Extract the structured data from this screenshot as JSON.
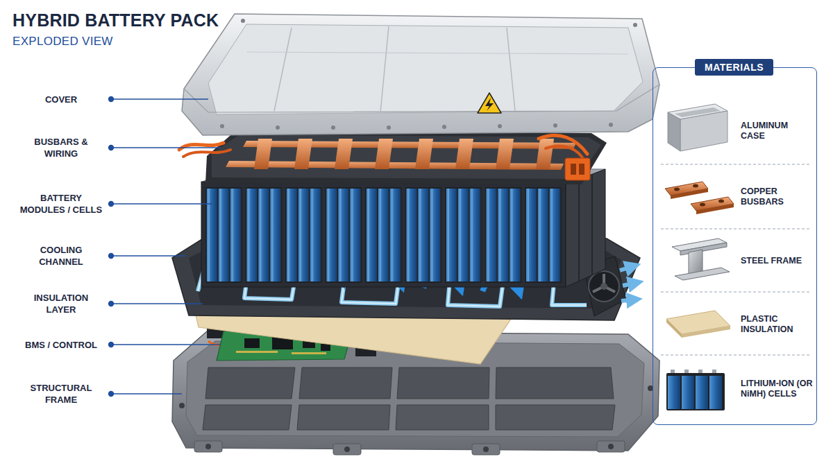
{
  "diagram": {
    "title": "HYBRID BATTERY PACK",
    "nodes": [
      {
        "text": [
          "MATERIALS"
        ]
      }
    ],
    "labels": [
      "EXPLODED VIEW",
      "COVER",
      "BUSBARS & WIRING",
      "BATTERY MODULES / CELLS",
      "COOLING CHANNEL",
      "INSULATION LAYER",
      "BMS / CONTROL",
      "STRUCTURAL FRAME"
    ],
    "legend": [
      {
        "text": "ALUMINUM CASE"
      },
      {
        "text": "COPPER BUSBARS"
      },
      {
        "text": "STEEL FRAME"
      },
      {
        "text": "PLASTIC INSULATION"
      },
      {
        "text": "LITHIUM-ION (OR NiMH) CELLS"
      }
    ]
  }
}
